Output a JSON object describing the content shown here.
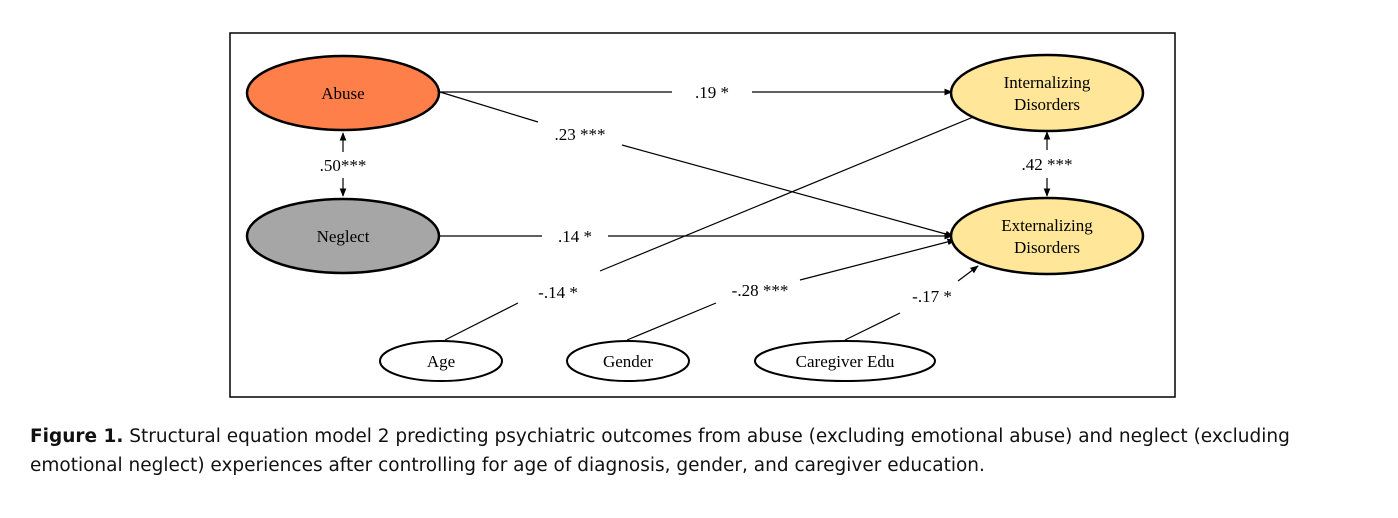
{
  "nodes": {
    "abuse": {
      "label": "Abuse",
      "fill": "#ff7f4a"
    },
    "neglect": {
      "label": "Neglect",
      "fill": "#a6a6a6"
    },
    "internalizing": {
      "line1": "Internalizing",
      "line2": "Disorders",
      "fill": "#ffe699"
    },
    "externalizing": {
      "line1": "Externalizing",
      "line2": "Disorders",
      "fill": "#ffe699"
    },
    "age": {
      "label": "Age",
      "fill": "#ffffff"
    },
    "gender": {
      "label": "Gender",
      "fill": "#ffffff"
    },
    "caregiver_edu": {
      "label": "Caregiver Edu",
      "fill": "#ffffff"
    }
  },
  "paths": {
    "abuse_internalizing": ".19 *",
    "abuse_externalizing": ".23 ***",
    "abuse_neglect": ".50***",
    "neglect_externalizing": ".14 *",
    "internalizing_externalizing": ".42 ***",
    "age_internalizing": "-.14 *",
    "gender_externalizing": "-.28 ***",
    "caregiver_externalizing": "-.17 *"
  },
  "caption": {
    "label": "Figure 1.",
    "text": "Structural equation model 2 predicting psychiatric outcomes from abuse (excluding emotional abuse) and neglect (excluding emotional neglect) experiences after controlling for age of diagnosis, gender, and caregiver education."
  }
}
